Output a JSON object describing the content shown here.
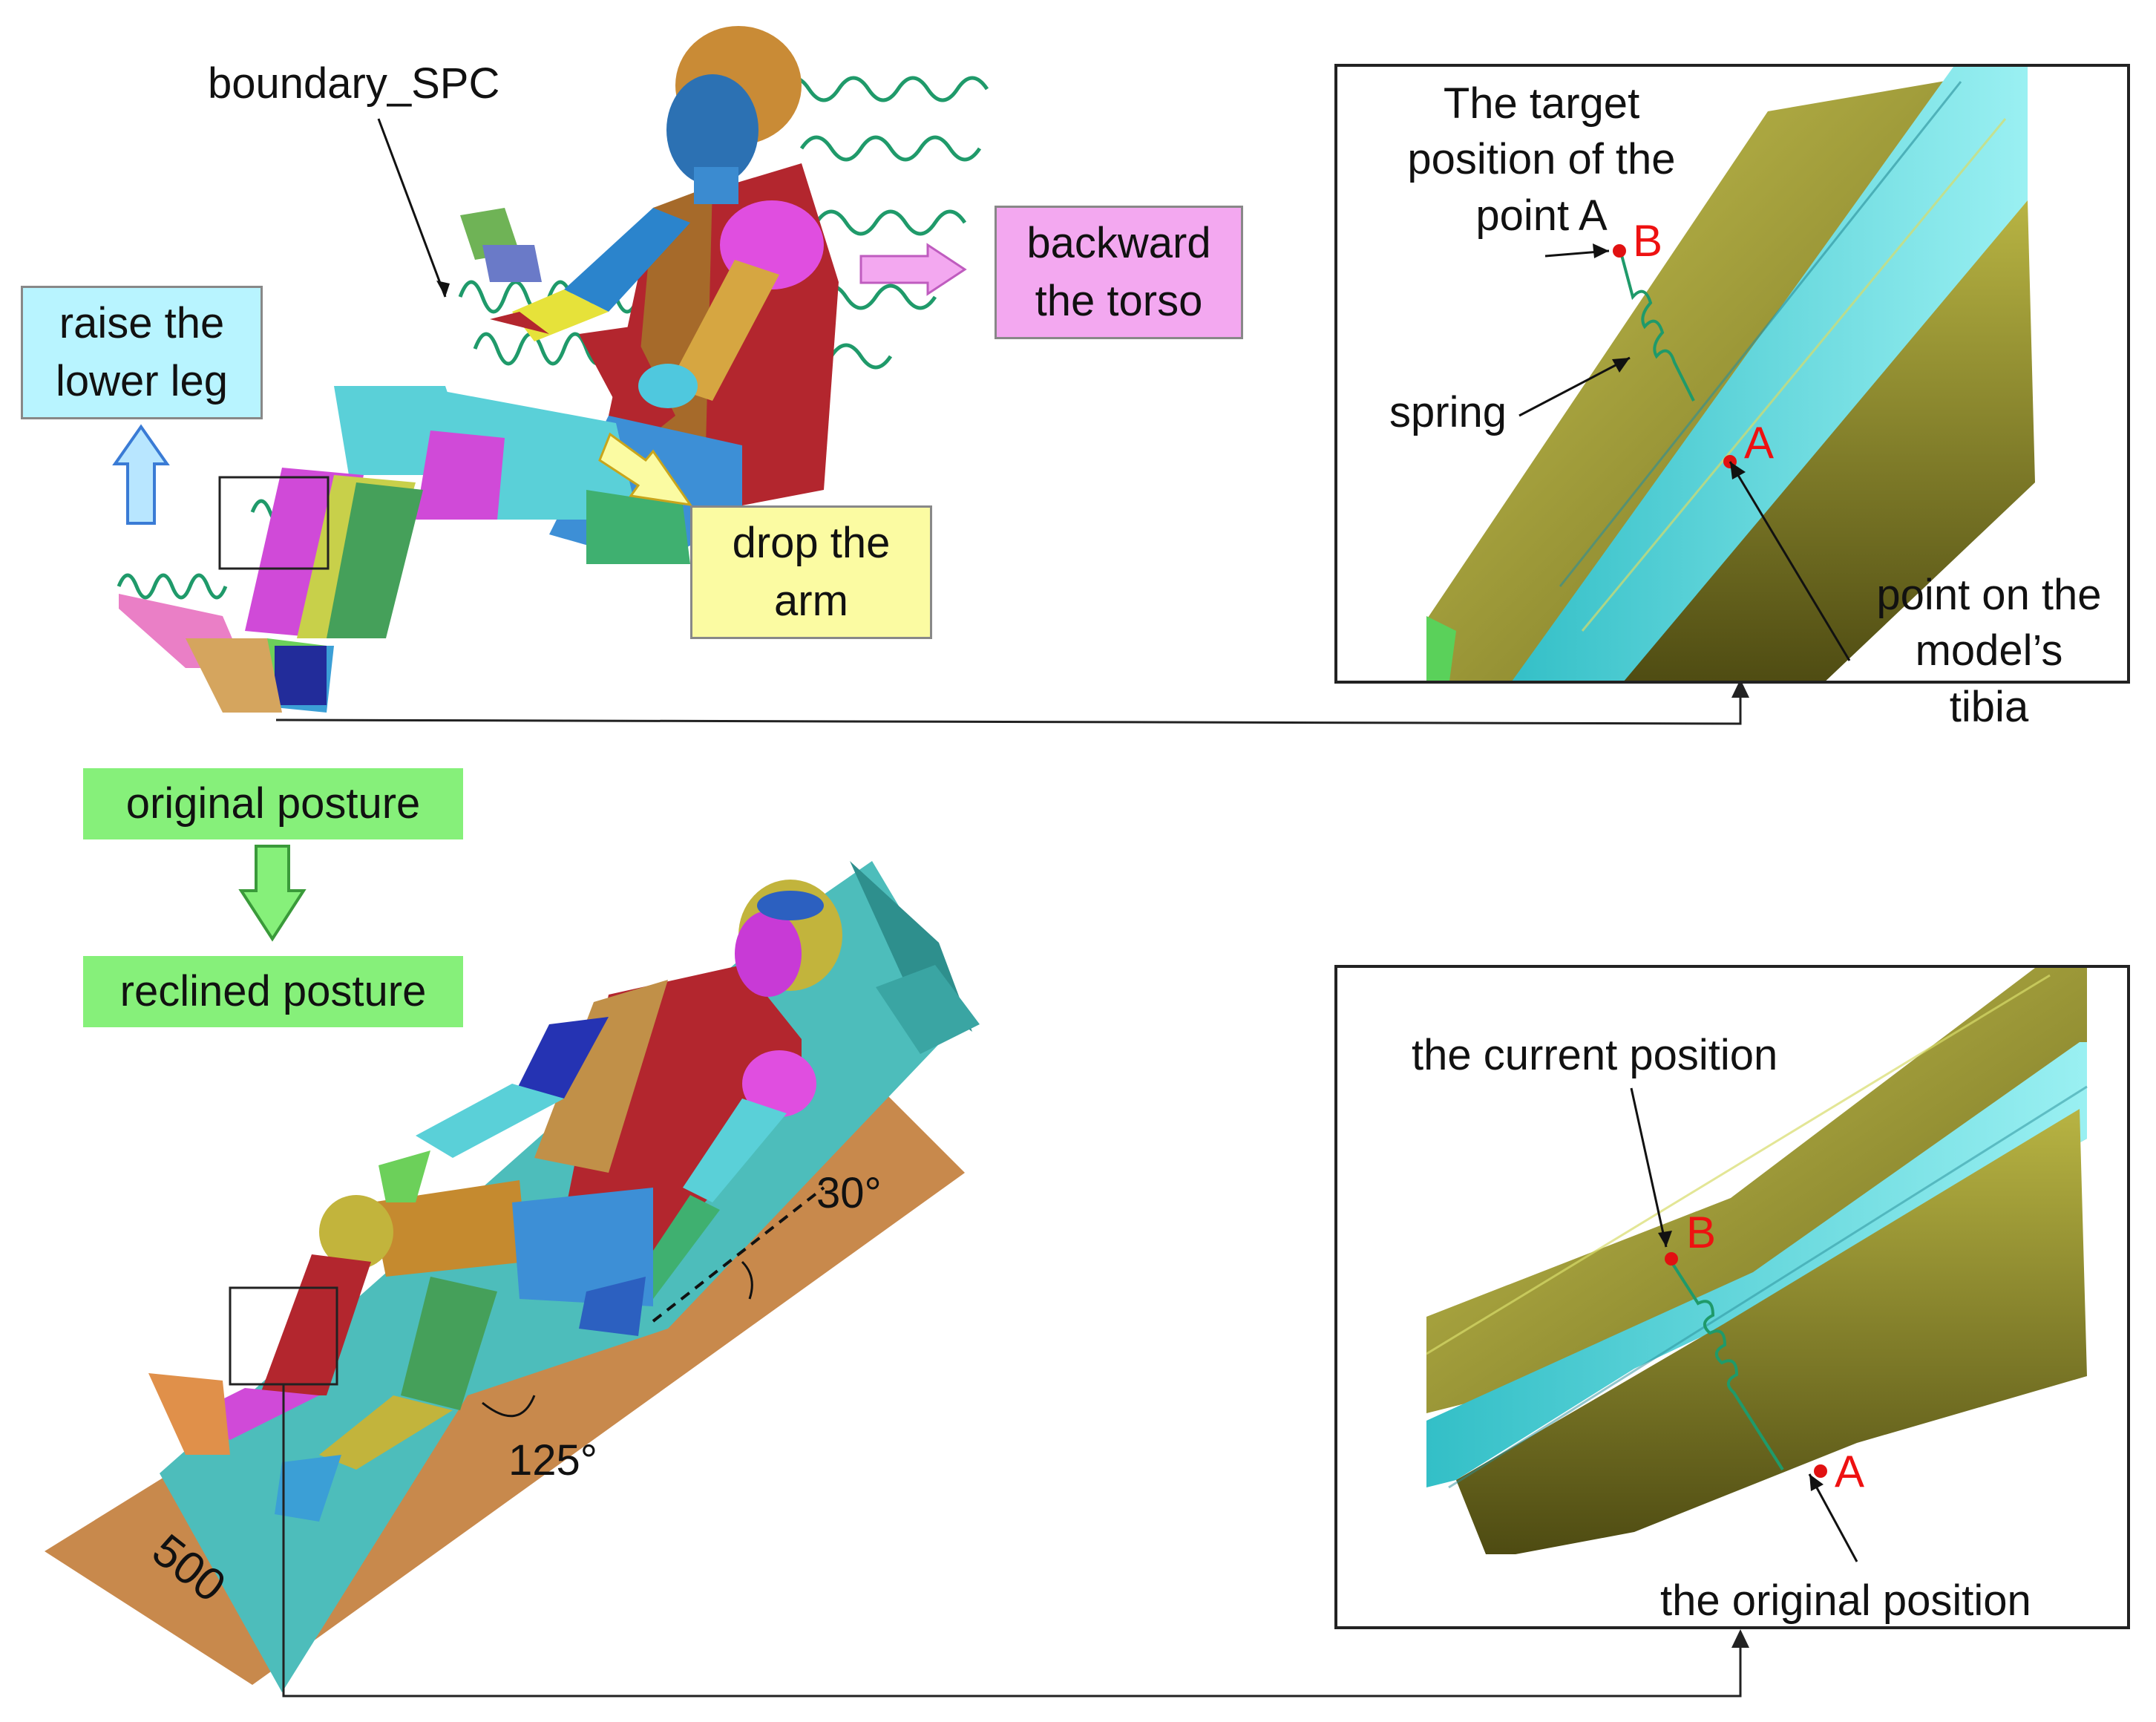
{
  "top_diagram": {
    "boundary_label": "boundary_SPC",
    "raise_lower_leg": "raise the\nlower leg",
    "backward_torso": "backward\nthe torso",
    "drop_arm": "drop the\narm"
  },
  "top_inset": {
    "target_label": "The target\nposition of the\npoint A",
    "spring_label": "spring",
    "point_tibia_label": "point on the\nmodel’s\ntibia",
    "marker_a": "A",
    "marker_b": "B"
  },
  "posture_flow": {
    "original": "original posture",
    "reclined": "reclined posture"
  },
  "bottom_diagram": {
    "angle_top": "30°",
    "angle_bottom": "125°",
    "length": "500"
  },
  "bottom_inset": {
    "current_label": "the current position",
    "original_label": "the original position",
    "marker_a": "A",
    "marker_b": "B"
  },
  "colors": {
    "raise_box": "#b8f4ff",
    "backward_box": "#f3a8f0",
    "drop_box": "#fbfba2",
    "posture_box": "#86f07a",
    "marker": "#e11111",
    "spring": "#1f9a6a",
    "seat_base": "#c8894c",
    "seat_top": "#4dbdbb",
    "tibia_yellow": "#a6a23a",
    "tibia_cyan": "#4ecfd4"
  }
}
